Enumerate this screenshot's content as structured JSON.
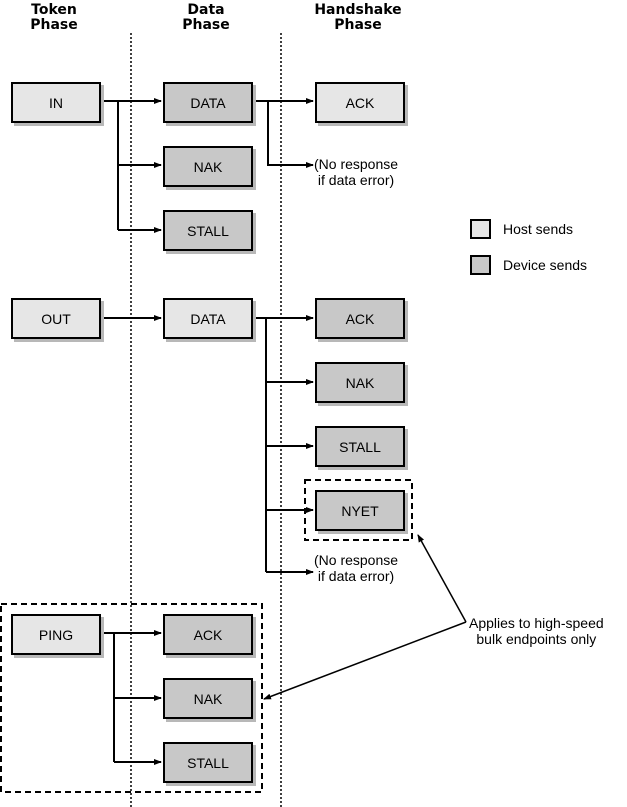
{
  "headers": {
    "token": [
      "Token",
      "Phase"
    ],
    "data": [
      "Data",
      "Phase"
    ],
    "handshake": [
      "Handshake",
      "Phase"
    ]
  },
  "legend": {
    "host": {
      "label": "Host sends",
      "color": "#e6e6e6"
    },
    "device": {
      "label": "Device sends",
      "color": "#c8c8c8"
    }
  },
  "in_transaction": {
    "token": "IN",
    "data_responses": [
      "DATA",
      "NAK",
      "STALL"
    ],
    "handshake": "ACK",
    "no_response_note": [
      "(No response",
      "if data error)"
    ]
  },
  "out_transaction": {
    "token": "OUT",
    "data": "DATA",
    "handshakes": [
      "ACK",
      "NAK",
      "STALL",
      "NYET"
    ],
    "no_response_note": [
      "(No response",
      "if data error)"
    ]
  },
  "ping_transaction": {
    "token": "PING",
    "responses": [
      "ACK",
      "NAK",
      "STALL"
    ]
  },
  "annotation": [
    "Applies to high-speed",
    "bulk endpoints only"
  ]
}
